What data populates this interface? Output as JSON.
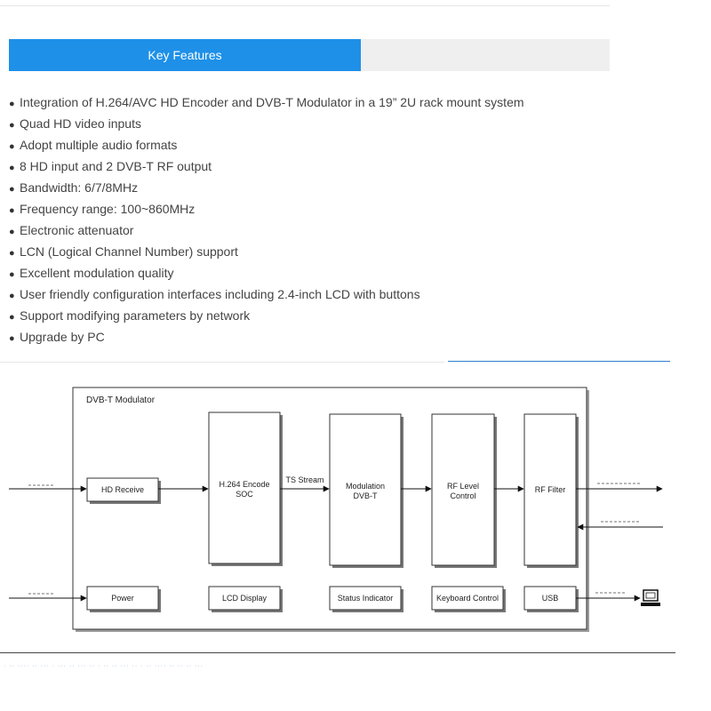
{
  "tabs": {
    "active_label": "Key Features",
    "inactive_label": ""
  },
  "features": [
    "Integration of H.264/AVC HD Encoder and DVB-T Modulator in a 19” 2U rack mount system",
    "Quad HD video inputs",
    "Adopt multiple audio formats",
    "8 HD input and 2 DVB-T RF output",
    "Bandwidth: 6/7/8MHz",
    "Frequency range: 100~860MHz",
    "Electronic attenuator",
    "LCN (Logical Channel Number) support",
    "Excellent modulation quality",
    "User friendly configuration interfaces including 2.4-inch LCD with buttons",
    "Support modifying parameters by network",
    "Upgrade by PC"
  ],
  "bullet_char": "●",
  "diagram": {
    "title": "DVB-T Modulator",
    "blocks": {
      "hd_receive": "HD Receive",
      "encode_line1": "H.264 Encode",
      "encode_line2": "SOC",
      "modulation_line1": "Modulation",
      "modulation_line2": "DVB-T",
      "rf_level_line1": "RF Level",
      "rf_level_line2": "Control",
      "rf_filter": "RF Filter",
      "power": "Power",
      "lcd_display": "LCD Display",
      "status_indicator": "Status Indicator",
      "keyboard_control": "Keyboard Control",
      "usb": "USB"
    },
    "ts_stream": "TS Stream"
  },
  "icons": {
    "pc": "pc-monitor-icon",
    "bullet": "bullet-dot-icon"
  },
  "colors": {
    "accent": "#1e90e8",
    "tab_inactive": "#efefef",
    "divider_blue": "#2e7fd0"
  }
}
